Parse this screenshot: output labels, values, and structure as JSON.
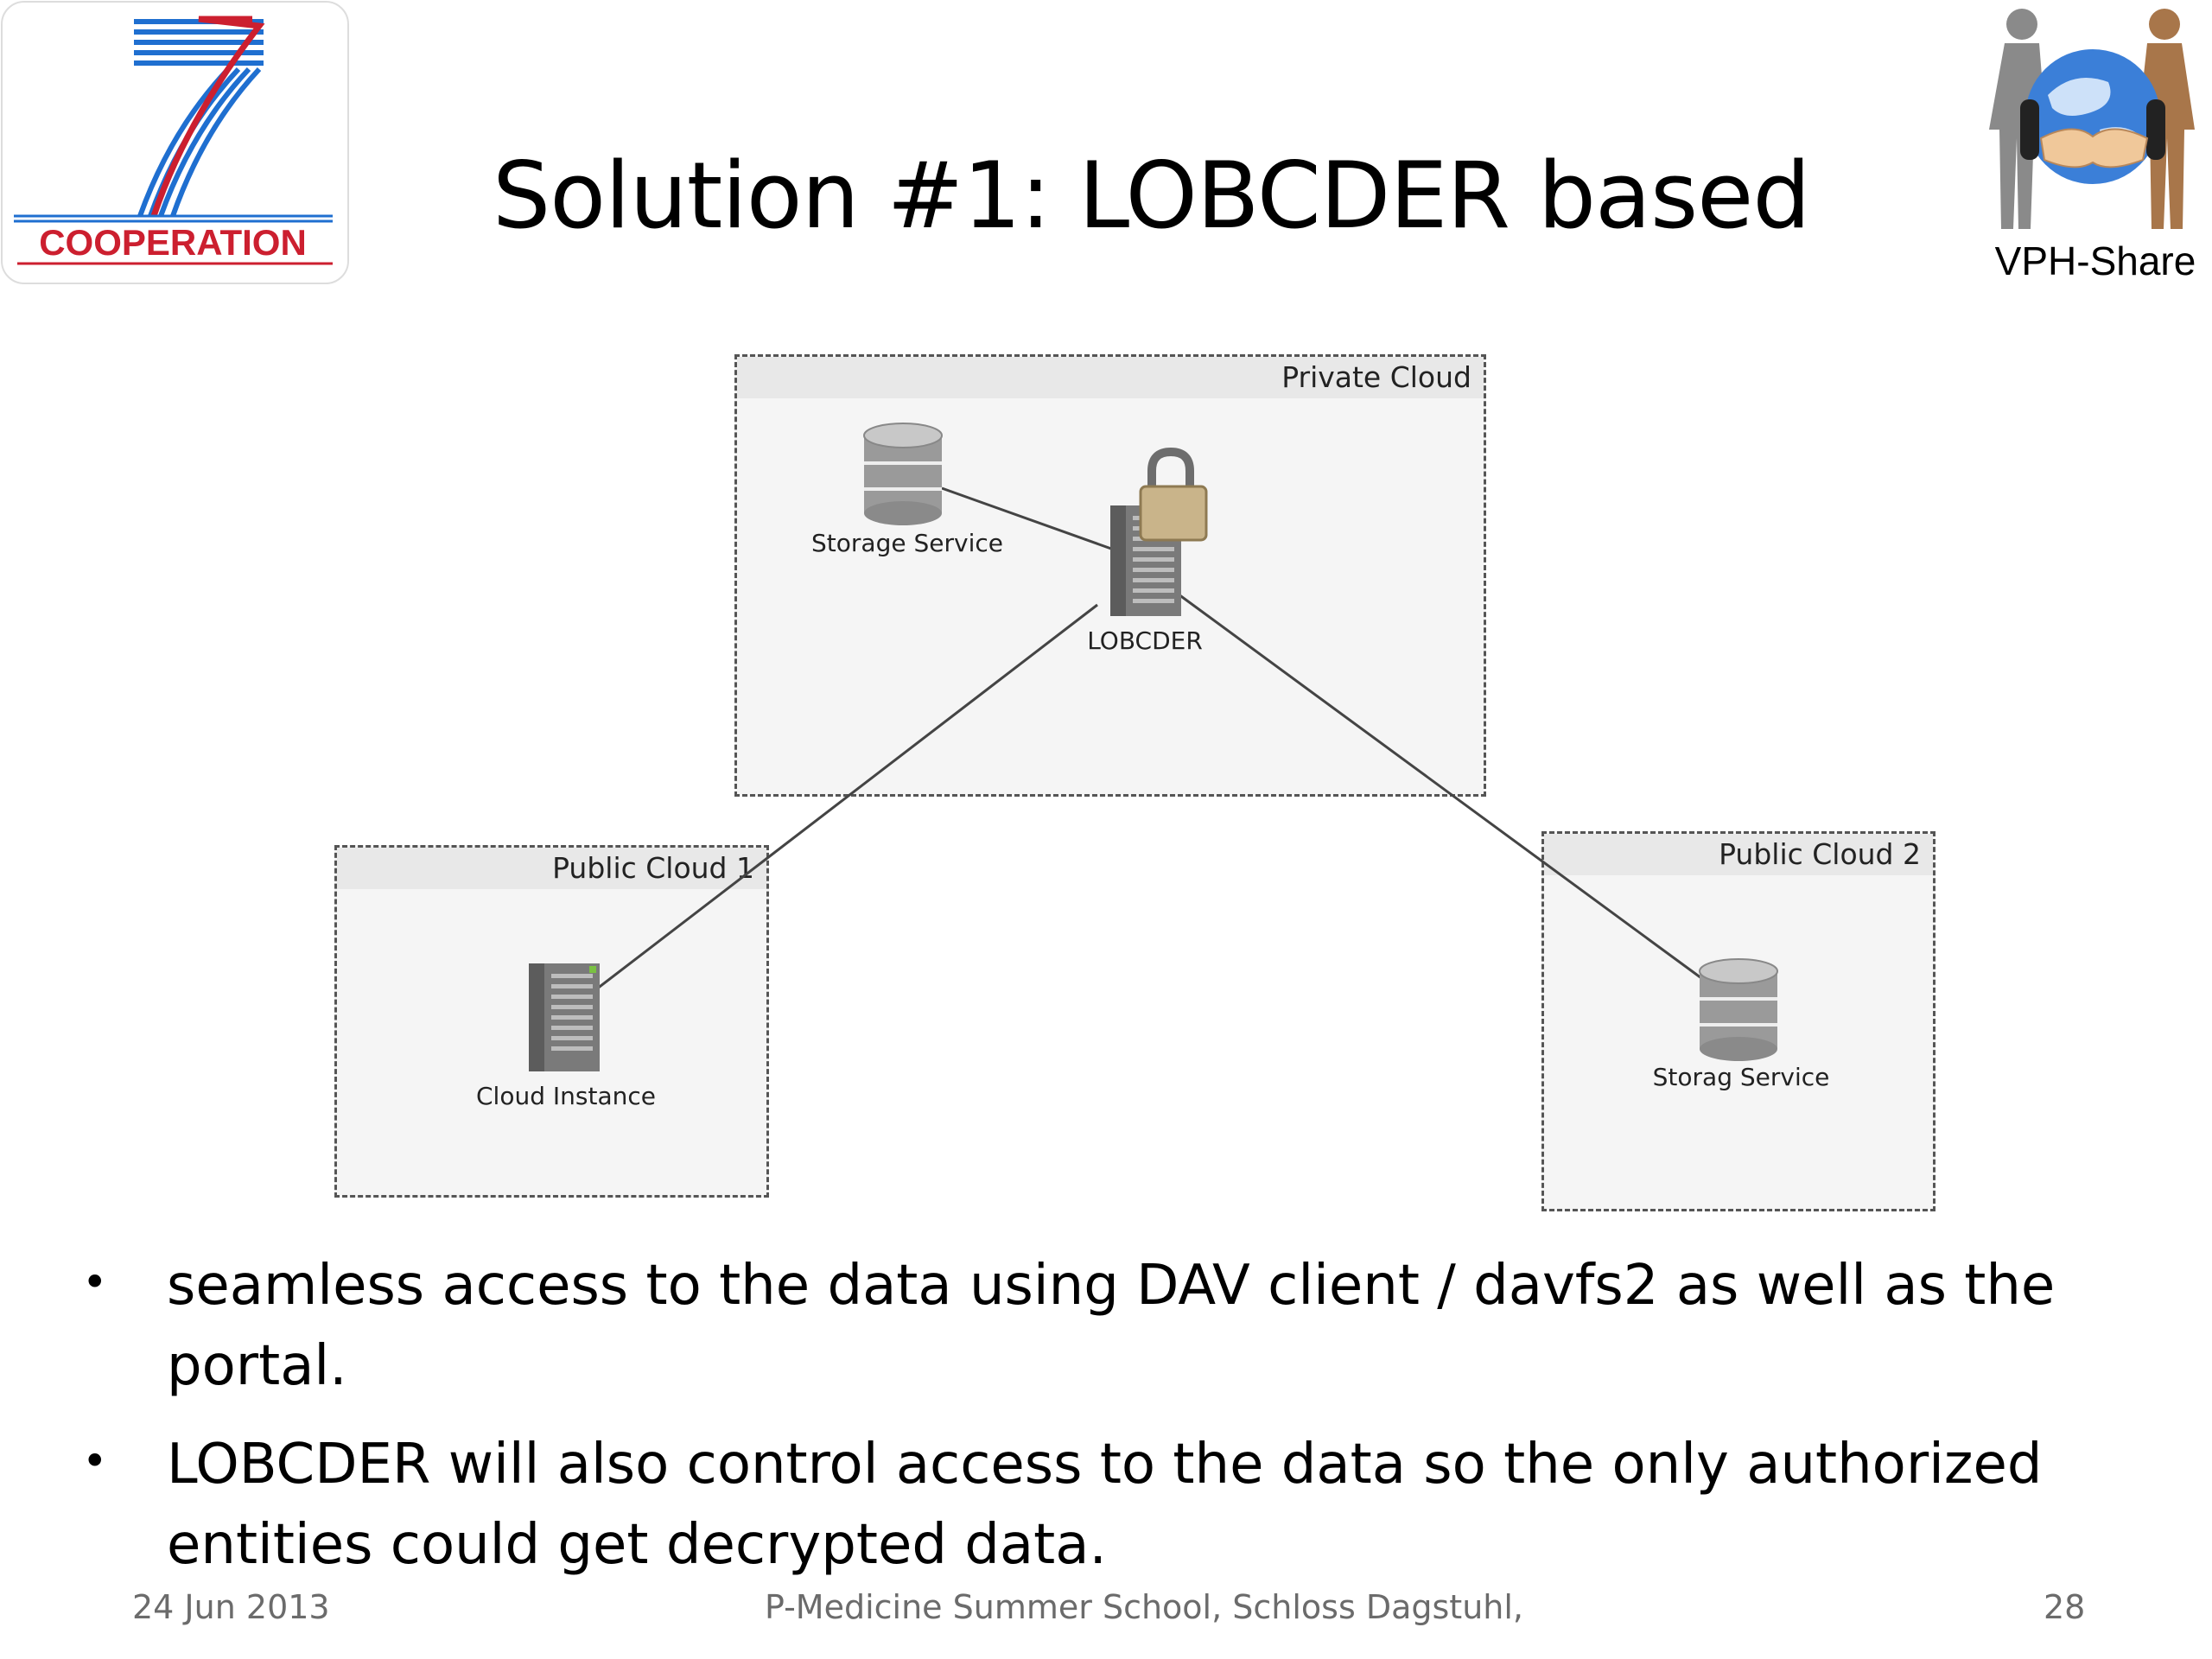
{
  "header": {
    "title": "Solution #1: LOBCDER based",
    "left_logo_text": "COOPERATION",
    "right_logo_text": "VPH-Share"
  },
  "diagram": {
    "clouds": {
      "private": "Private Cloud",
      "public1": "Public Cloud 1",
      "public2": "Public Cloud 2"
    },
    "nodes": {
      "storage_private": "Storage Service",
      "lobcder": "LOBCDER",
      "cloud_instance": "Cloud Instance",
      "storage_public2": "Storag Service"
    },
    "edges": [
      [
        "storage_private",
        "lobcder"
      ],
      [
        "lobcder",
        "cloud_instance"
      ],
      [
        "lobcder",
        "storage_public2"
      ]
    ]
  },
  "bullets": [
    "seamless access to the data using DAV client / davfs2 as well as the portal.",
    "LOBCDER will also control access to the data so the only authorized entities could get decrypted data."
  ],
  "footer": {
    "date": "24 Jun 2013",
    "event": "P-Medicine Summer School, Schloss Dagstuhl,",
    "page": "28"
  },
  "colors": {
    "coop_red": "#cc1f2f",
    "coop_blue": "#1f6fd0",
    "dashed_border": "#555555",
    "cloud_fill": "#f5f5f5"
  }
}
